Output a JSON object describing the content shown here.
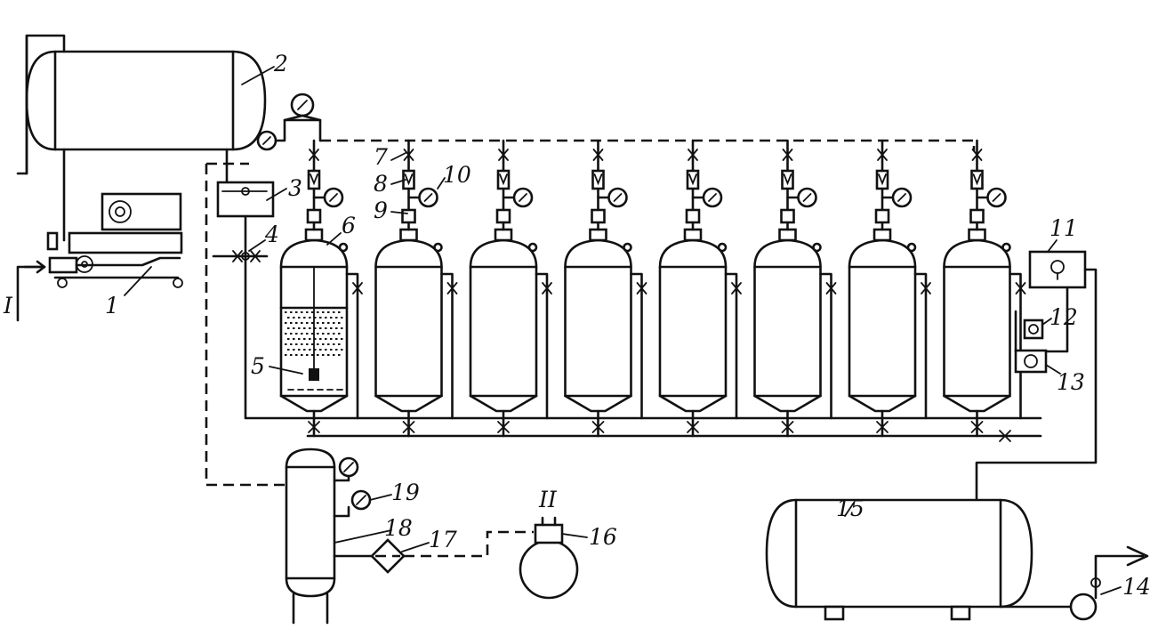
{
  "labels": {
    "n1": "1",
    "n2": "2",
    "n3": "3",
    "n4": "4",
    "n5": "5",
    "n6": "6",
    "n7": "7",
    "n8": "8",
    "n9": "9",
    "n10": "10",
    "n11": "11",
    "n12": "12",
    "n13": "13",
    "n14": "14",
    "n15": "15",
    "n16": "16",
    "n17": "17",
    "n18": "18",
    "n19": "19",
    "stream_in": "I",
    "stream_air": "II"
  },
  "fermenters": {
    "count": 8
  },
  "colors": {
    "ink": "#111111",
    "paper": "#ffffff"
  }
}
